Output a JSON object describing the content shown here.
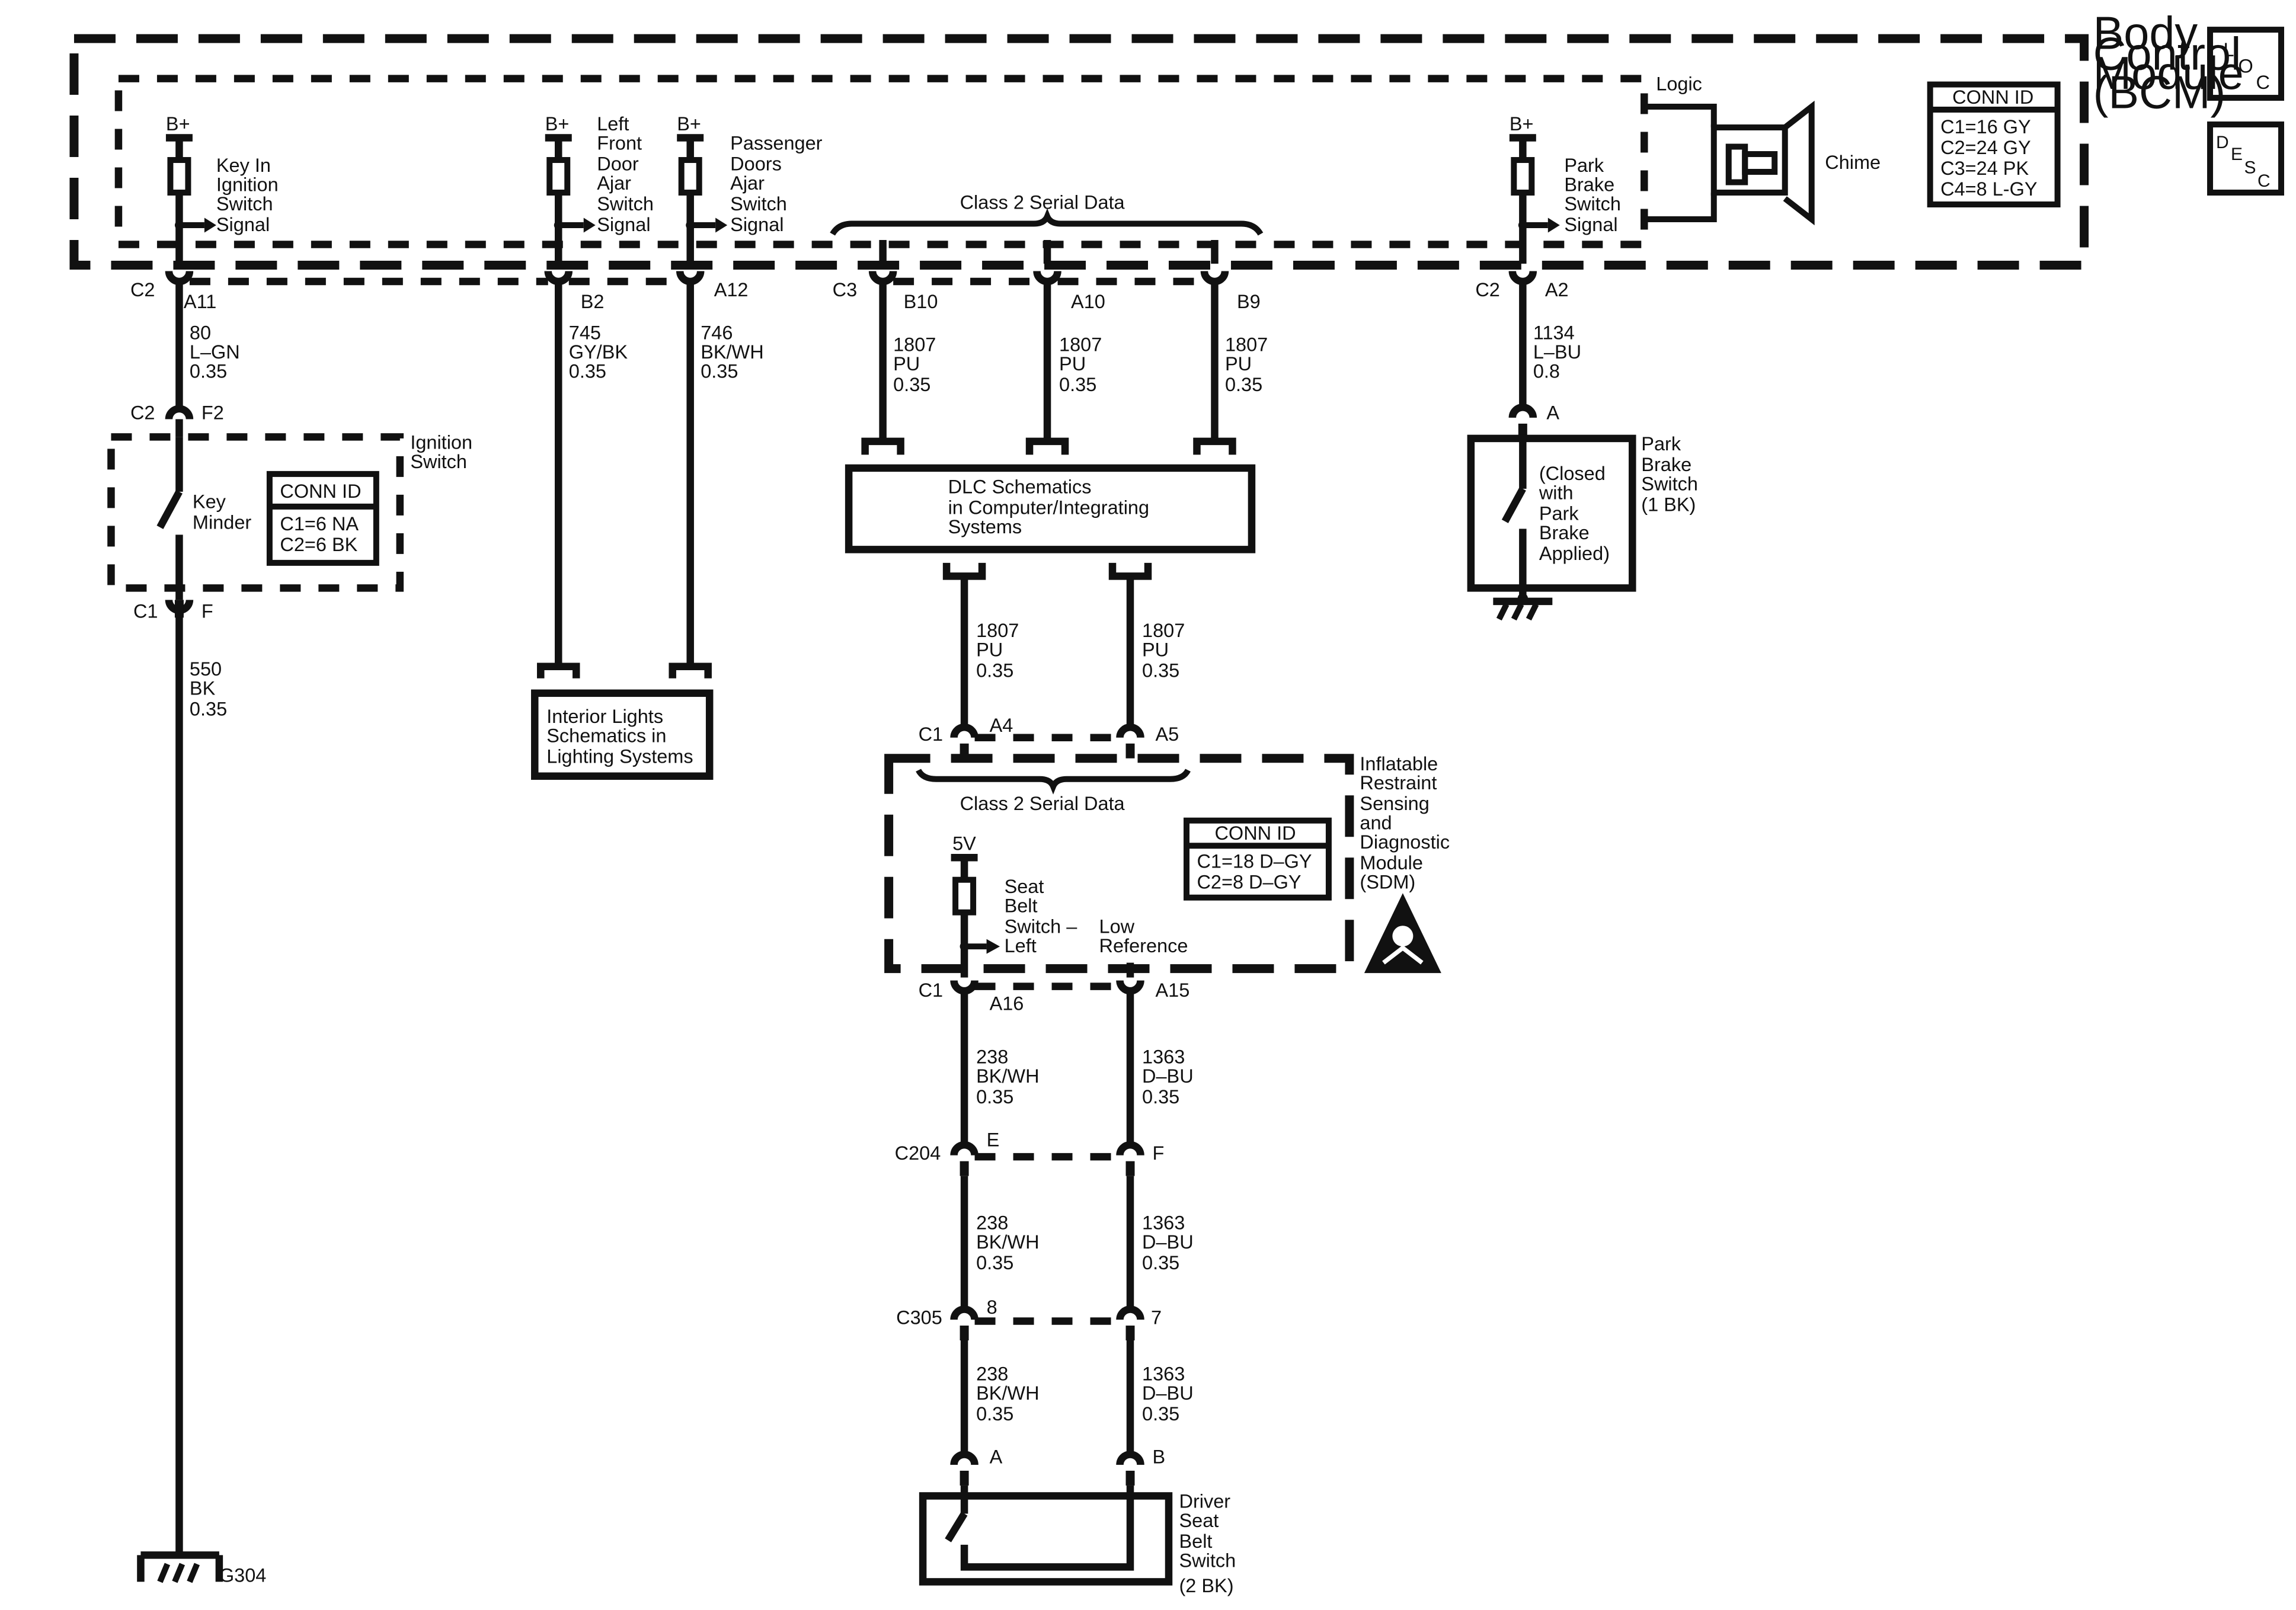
{
  "bcm": {
    "title_lines": [
      "Body",
      "Control",
      "Module",
      "(BCM)"
    ],
    "logic": "Logic",
    "chime": "Chime",
    "conn_id": {
      "title": "CONN ID",
      "rows": [
        "C1=16 GY",
        "C2=24 GY",
        "C3=24 PK",
        "C4=8 L-GY"
      ]
    },
    "key_in_signal": [
      "Key In",
      "Ignition",
      "Switch",
      "Signal"
    ],
    "left_door_signal": [
      "Left",
      "Front",
      "Door",
      "Ajar",
      "Switch",
      "Signal"
    ],
    "pass_door_signal": [
      "Passenger",
      "Doors",
      "Ajar",
      "Switch",
      "Signal"
    ],
    "park_brake_signal": [
      "Park",
      "Brake",
      "Switch",
      "Signal"
    ],
    "class2_label": "Class 2 Serial Data",
    "bplus": "B+"
  },
  "loc_icon": [
    "L",
    "O",
    "C"
  ],
  "desc_icon": [
    "D",
    "E",
    "S",
    "C"
  ],
  "connectors": {
    "c2": "C2",
    "a11": "A11",
    "b2": "B2",
    "a12": "A12",
    "c3": "C3",
    "b10": "B10",
    "a10": "A10",
    "b9": "B9",
    "c2b": "C2",
    "a2": "A2",
    "c2_ign": "C2",
    "f2": "F2",
    "c1_ign": "C1",
    "f": "F",
    "c1_sdm_top": "C1",
    "a4": "A4",
    "a5": "A5",
    "c1_sdm_bot": "C1",
    "a16": "A16",
    "a15": "A15",
    "c204": "C204",
    "e": "E",
    "f_c204": "F",
    "c305": "C305",
    "p8": "8",
    "p7": "7",
    "a_seat": "A",
    "b_seat": "B",
    "a_park": "A"
  },
  "wires": {
    "w80": [
      "80",
      "L–GN",
      "0.35"
    ],
    "w745": [
      "745",
      "GY/BK",
      "0.35"
    ],
    "w746": [
      "746",
      "BK/WH",
      "0.35"
    ],
    "w1807": [
      "1807",
      "PU",
      "0.35"
    ],
    "w1134": [
      "1134",
      "L–BU",
      "0.8"
    ],
    "w550": [
      "550",
      "BK",
      "0.35"
    ],
    "w238": [
      "238",
      "BK/WH",
      "0.35"
    ],
    "w1363": [
      "1363",
      "D–BU",
      "0.35"
    ]
  },
  "ignition_switch": {
    "title": [
      "Ignition",
      "Switch"
    ],
    "key_minder": [
      "Key",
      "Minder"
    ],
    "conn_id": {
      "title": "CONN ID",
      "rows": [
        "C1=6 NA",
        "C2=6 BK"
      ]
    }
  },
  "interior_lights": [
    "Interior Lights",
    "Schematics in",
    "Lighting Systems"
  ],
  "dlc": [
    "DLC Schematics",
    "in Computer/Integrating",
    "Systems"
  ],
  "park_brake_switch": {
    "title": [
      "Park",
      "Brake",
      "Switch",
      "(1 BK)"
    ],
    "note": [
      "(Closed",
      "with",
      "Park",
      "Brake",
      "Applied)"
    ]
  },
  "sdm": {
    "title": [
      "Inflatable",
      "Restraint",
      "Sensing",
      "and",
      "Diagnostic",
      "Module",
      "(SDM)"
    ],
    "class2_label": "Class 2 Serial Data",
    "conn_id": {
      "title": "CONN ID",
      "rows": [
        "C1=18 D–GY",
        "C2=8 D–GY"
      ]
    },
    "v5": "5V",
    "seat_belt": [
      "Seat",
      "Belt",
      "Switch –",
      "Left"
    ],
    "low_ref": [
      "Low",
      "Reference"
    ]
  },
  "driver_seat_belt": [
    "Driver",
    "Seat",
    "Belt",
    "Switch",
    "(2 BK)"
  ],
  "ground": "G304"
}
